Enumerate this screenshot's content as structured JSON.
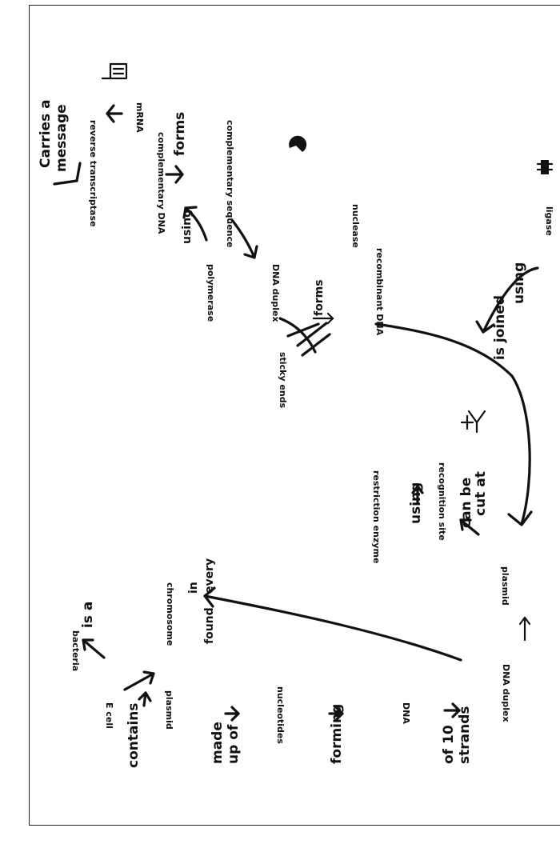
{
  "concept_map": {
    "terms": {
      "mrna": "mRNA",
      "reverse_transcriptase": "reverse transcriptase",
      "complementary_dna": "complementary DNA",
      "complementary_sequence": "complementary sequence",
      "polymerase": "polymerase",
      "dna_duplex_top": "DNA duplex",
      "nuclease": "nuclease",
      "sticky_ends": "sticky ends",
      "recombinant_dna": "recombinant DNA",
      "ligase": "ligase",
      "restriction_enzyme": "restriction enzyme",
      "recognition_site": "recognition site",
      "plasmid_right": "plasmid",
      "bacteria": "bacteria",
      "chromosome": "chromosome",
      "e_cell": "E cell",
      "plasmid_left": "plasmid",
      "nucleotides": "nucleotides",
      "dna": "DNA",
      "dna_duplex_bottom": "DNA duplex"
    },
    "links": {
      "carries_a_message": [
        "Carries a",
        "message"
      ],
      "using_forms_using": "using",
      "using_forms_forms": "forms",
      "forms": "forms",
      "is_joined_using": [
        "is joined",
        "using"
      ],
      "using_restriction": "using",
      "can_be_cut_at": [
        "can be",
        "cut at"
      ],
      "found_in_every": [
        "found",
        "in",
        "every"
      ],
      "is_a": "is a",
      "contains": "contains",
      "made_up_of": [
        "made",
        "up of"
      ],
      "forming": "forming",
      "two_strands": [
        "of 10",
        "strands"
      ]
    }
  }
}
